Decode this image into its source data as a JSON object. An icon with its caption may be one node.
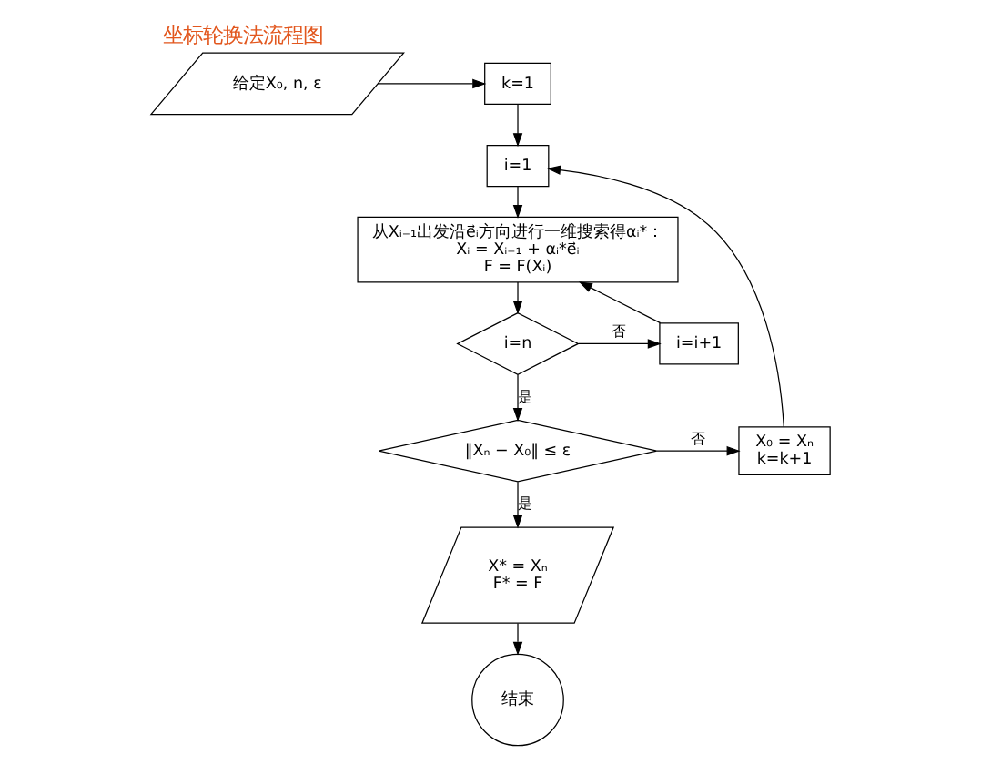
{
  "diagram": {
    "title": "坐标轮换法流程图",
    "nodes": [
      {
        "text": [
          "给定X₀, n, ε"
        ]
      },
      {
        "text": [
          "k=1"
        ]
      },
      {
        "text": [
          "i=1"
        ]
      },
      {
        "text": [
          "从Xᵢ₋₁出发沿e⃗ᵢ方向进行一维搜索得αᵢ*：",
          "Xᵢ = Xᵢ₋₁ + αᵢ*e⃗ᵢ",
          "F = F(Xᵢ)"
        ]
      },
      {
        "text": [
          "i=n"
        ]
      },
      {
        "text": [
          "i=i+1"
        ]
      },
      {
        "text": [
          "‖Xₙ − X₀‖ ≤ ε"
        ]
      },
      {
        "text": [
          "X₀ = Xₙ",
          "k=k+1"
        ]
      },
      {
        "text": [
          "X* = Xₙ",
          "F* = F"
        ]
      },
      {
        "text": [
          "结束"
        ]
      }
    ],
    "edges": [
      {
        "from": 0,
        "to": 1,
        "arrow": "to"
      },
      {
        "from": 1,
        "to": 2,
        "arrow": "to"
      },
      {
        "from": 2,
        "to": 3,
        "arrow": "to"
      },
      {
        "from": 3,
        "to": 4,
        "arrow": "to"
      },
      {
        "from": 4,
        "to": 5,
        "arrow": "to",
        "label": "否"
      },
      {
        "from": 5,
        "to": 3,
        "arrow": "to"
      },
      {
        "from": 4,
        "to": 6,
        "arrow": "to",
        "label": "是"
      },
      {
        "from": 6,
        "to": 7,
        "arrow": "to",
        "label": "否"
      },
      {
        "from": 7,
        "to": 2,
        "arrow": "to"
      },
      {
        "from": 6,
        "to": 8,
        "arrow": "to",
        "label": "是"
      },
      {
        "from": 8,
        "to": 9,
        "arrow": "to"
      }
    ]
  }
}
